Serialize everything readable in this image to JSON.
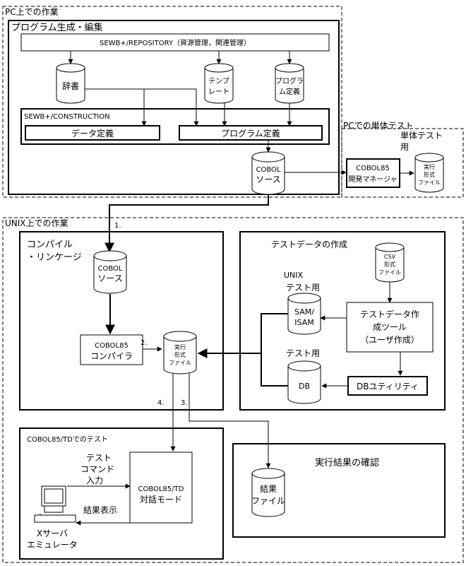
{
  "sections": {
    "pc_work": "PC上での作業",
    "program_generation": "プログラム生成・編集",
    "pc_unit_test": "PCでの単体テスト",
    "unix_work": "UNIX上での作業",
    "compile_link_1": "コンパイル",
    "compile_link_2": "・リンケージ",
    "test_data_creation": "テストデータの作成",
    "cobol_td_test": "COBOL85/TDでのテスト",
    "result_check": "実行結果の確認"
  },
  "boxes": {
    "repository": "SEWB+/REPOSITORY（資源管理，関連管理）",
    "construction": "SEWB+/CONSTRUCTION",
    "data_def": "データ定義",
    "program_def": "プログラム定義",
    "dev_manager_1": "COBOL85",
    "dev_manager_2": "開発マネージャ",
    "compiler_1": "COBOL85",
    "compiler_2": "コンパイラ",
    "test_tool_1": "テストデータ作",
    "test_tool_2": "成ツール",
    "test_tool_3": "（ユーザ作成）",
    "db_utility": "DBユティリティ",
    "td_mode_1": "COBOL85/TD",
    "td_mode_2": "対話モード"
  },
  "cylinders": {
    "dictionary": "辞書",
    "template_1": "テンプ",
    "template_2": "レート",
    "program_def_1": "プログラ",
    "program_def_2": "ム定義",
    "cobol_source_pc_1": "COBOL",
    "cobol_source_pc_2": "ソース",
    "exec_pc_1": "実行",
    "exec_pc_2": "形式",
    "exec_pc_3": "ファイル",
    "cobol_source_unix_1": "COBOL",
    "cobol_source_unix_2": "ソース",
    "exec_unix_1": "実行",
    "exec_unix_2": "形式",
    "exec_unix_3": "ファイル",
    "csv_1": "CSV",
    "csv_2": "形式",
    "csv_3": "ファイル",
    "sam_1": "SAM/",
    "sam_2": "ISAM",
    "db": "DB",
    "result_1": "結果",
    "result_2": "ファイル"
  },
  "labels": {
    "unit_test_for_1": "単体テスト",
    "unit_test_for_2": "用",
    "unix_test_for_1": "UNIX",
    "unix_test_for_2": "テスト用",
    "test_for_db": "テスト用",
    "step_1": "1.",
    "step_2": "2.",
    "step_3": "3.",
    "step_4": "4.",
    "test_command_1": "テスト",
    "test_command_2": "コマンド",
    "test_command_3": "入力",
    "result_display": "結果表示",
    "x_server_1": "Xサーバ",
    "x_server_2": "エミュレータ"
  }
}
